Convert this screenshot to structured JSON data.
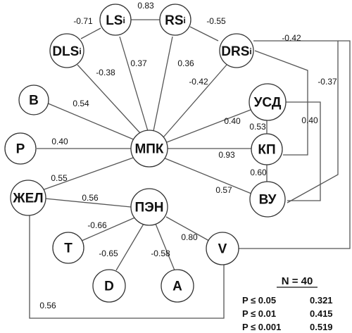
{
  "nodes": {
    "LS": {
      "label": "LS",
      "sub": "i"
    },
    "RS": {
      "label": "RS",
      "sub": "i"
    },
    "DLS": {
      "label": "DLS",
      "sub": "i"
    },
    "DRS": {
      "label": "DRS",
      "sub": "i"
    },
    "B": {
      "label": "В",
      "sub": ""
    },
    "P": {
      "label": "Р",
      "sub": ""
    },
    "MPK": {
      "label": "МПК",
      "sub": ""
    },
    "USD": {
      "label": "УСД",
      "sub": ""
    },
    "KP": {
      "label": "КП",
      "sub": ""
    },
    "VU": {
      "label": "ВУ",
      "sub": ""
    },
    "ZHEL": {
      "label": "ЖЕЛ",
      "sub": ""
    },
    "PEN": {
      "label": "ПЭН",
      "sub": ""
    },
    "T": {
      "label": "Т",
      "sub": ""
    },
    "D": {
      "label": "D",
      "sub": ""
    },
    "A": {
      "label": "А",
      "sub": ""
    },
    "V": {
      "label": "V",
      "sub": ""
    }
  },
  "edges": {
    "ls_rs": "0.83",
    "ls_dls": "-0.71",
    "rs_drs": "-0.55",
    "dls_mpk": "-0.38",
    "ls_mpk": "0.37",
    "rs_mpk": "0.36",
    "drs_mpk": "-0.42",
    "drs_kp": "-0.42",
    "drs_vu": "-0.37",
    "b_mpk": "0.54",
    "p_mpk": "0.40",
    "usd_mpk": "0.40",
    "usd_kp": "0.53",
    "usd_vu": "0.40",
    "mpk_kp": "0.93",
    "kp_vu": "0.60",
    "mpk_vu": "0.57",
    "zhel_mpk": "0.55",
    "zhel_pen": "0.56",
    "pen_t": "-0.66",
    "pen_d": "-0.65",
    "pen_a": "-0.58",
    "pen_v": "0.80",
    "zhel_v": "0.56"
  },
  "stats": {
    "n": "N = 40",
    "rows": [
      {
        "p": "P ≤ 0.05",
        "r": "0.321"
      },
      {
        "p": "P ≤ 0.01",
        "r": "0.415"
      },
      {
        "p": "P ≤ 0.001",
        "r": "0.519"
      }
    ]
  }
}
